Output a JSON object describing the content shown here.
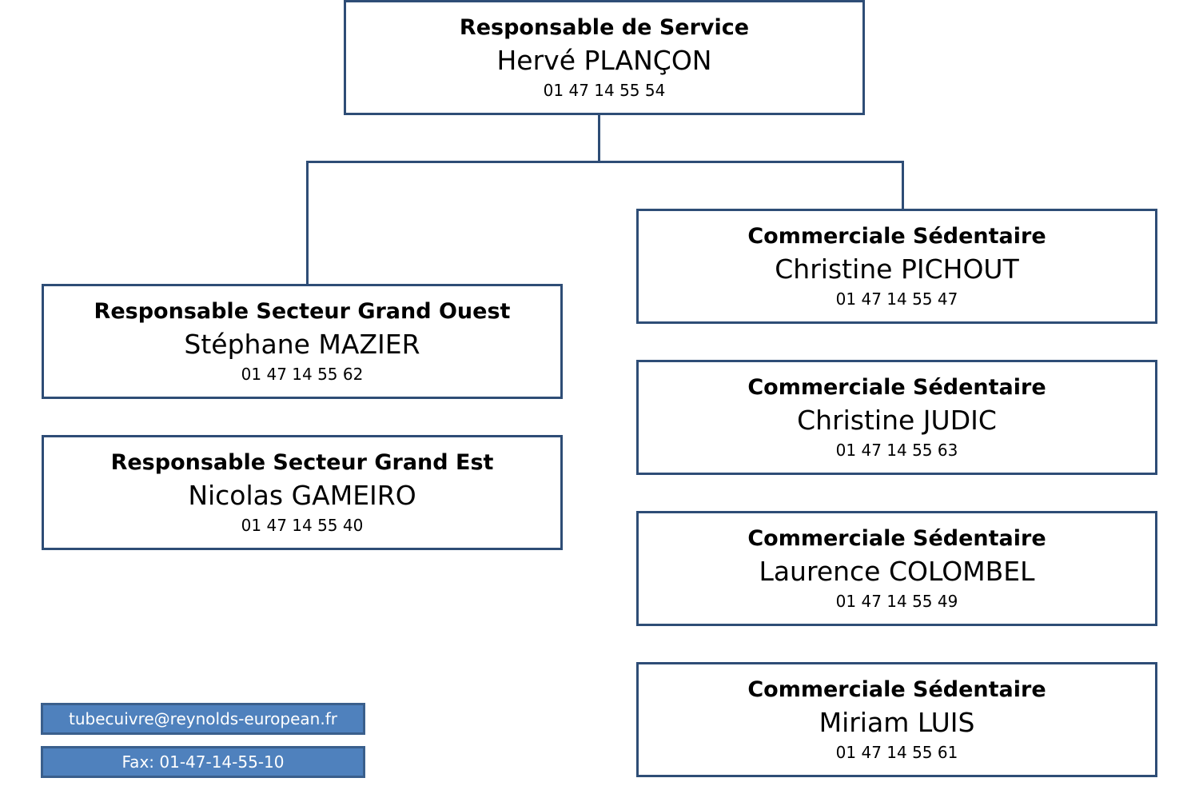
{
  "boxes": {
    "head": {
      "role": "Responsable de Service",
      "name": "Hervé PLANÇON",
      "phone": "01 47 14 55 54"
    },
    "ouest": {
      "role": "Responsable Secteur Grand Ouest",
      "name": "Stéphane MAZIER",
      "phone": "01 47 14 55 62"
    },
    "est": {
      "role": "Responsable Secteur Grand Est",
      "name": "Nicolas GAMEIRO",
      "phone": "01 47 14 55 40"
    },
    "sed1": {
      "role": "Commerciale Sédentaire",
      "name": "Christine PICHOUT",
      "phone": "01 47 14 55 47"
    },
    "sed2": {
      "role": "Commerciale Sédentaire",
      "name": "Christine JUDIC",
      "phone": "01 47 14 55 63"
    },
    "sed3": {
      "role": "Commerciale Sédentaire",
      "name": "Laurence COLOMBEL",
      "phone": "01 47 14 55 49"
    },
    "sed4": {
      "role": "Commerciale Sédentaire",
      "name": "Miriam LUIS",
      "phone": "01 47 14 55 61"
    }
  },
  "contact": {
    "email": "tubecuivre@reynolds-european.fr",
    "fax": "Fax: 01-47-14-55-10"
  },
  "colors": {
    "box_border": "#2e4d76",
    "pill_fill": "#4f81bd"
  }
}
